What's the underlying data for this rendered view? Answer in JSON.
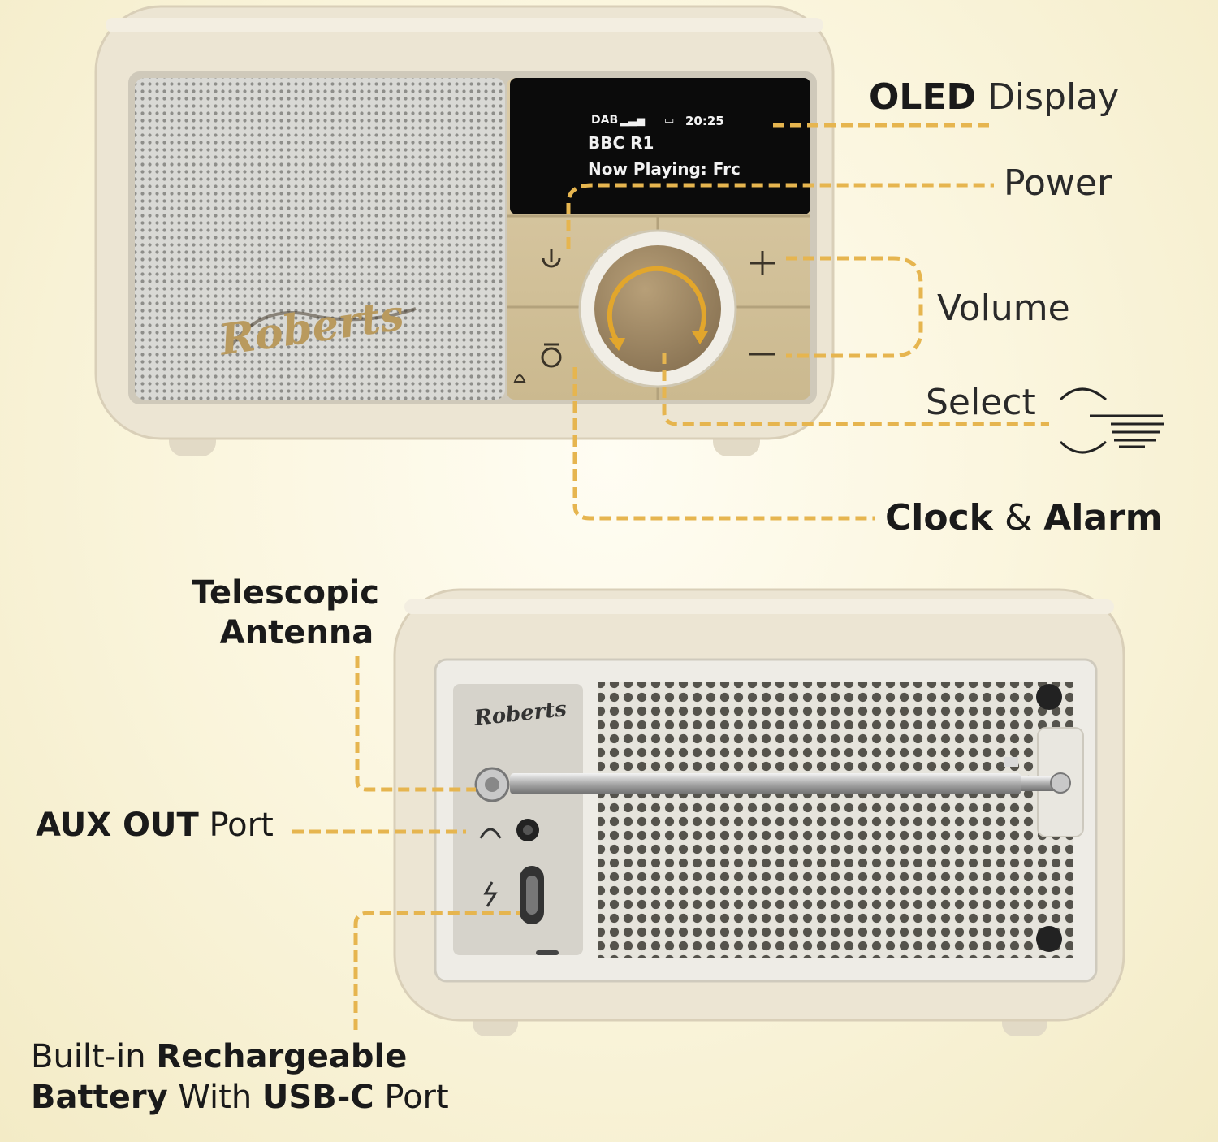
{
  "labels": {
    "oled": {
      "bold": "OLED",
      "normal": "Display"
    },
    "power": "Power",
    "volume": "Volume",
    "select": "Select",
    "clock_alarm": {
      "bold1": "Clock",
      "amp": "&",
      "bold2": "Alarm"
    },
    "antenna": {
      "line1": "Telescopic",
      "line2": "Antenna"
    },
    "aux": {
      "bold": "AUX OUT",
      "normal": "Port"
    },
    "battery": {
      "l1_normal": "Built-in",
      "l1_bold": "Rechargeable",
      "l2_bold1": "Battery",
      "l2_normal1": "With",
      "l2_bold2": "USB-C",
      "l2_normal2": "Port"
    }
  },
  "display": {
    "mode": "DAB",
    "time": "20:25",
    "station": "BBC R1",
    "now_playing": "Now Playing: Frc"
  },
  "brand": "Roberts",
  "buttons": {
    "plus": "+",
    "minus": "—"
  },
  "colors": {
    "accent": "#e6b54f",
    "body": "#ece4d2",
    "champagne": "#d6c6a0",
    "knob": "#9c8662"
  }
}
